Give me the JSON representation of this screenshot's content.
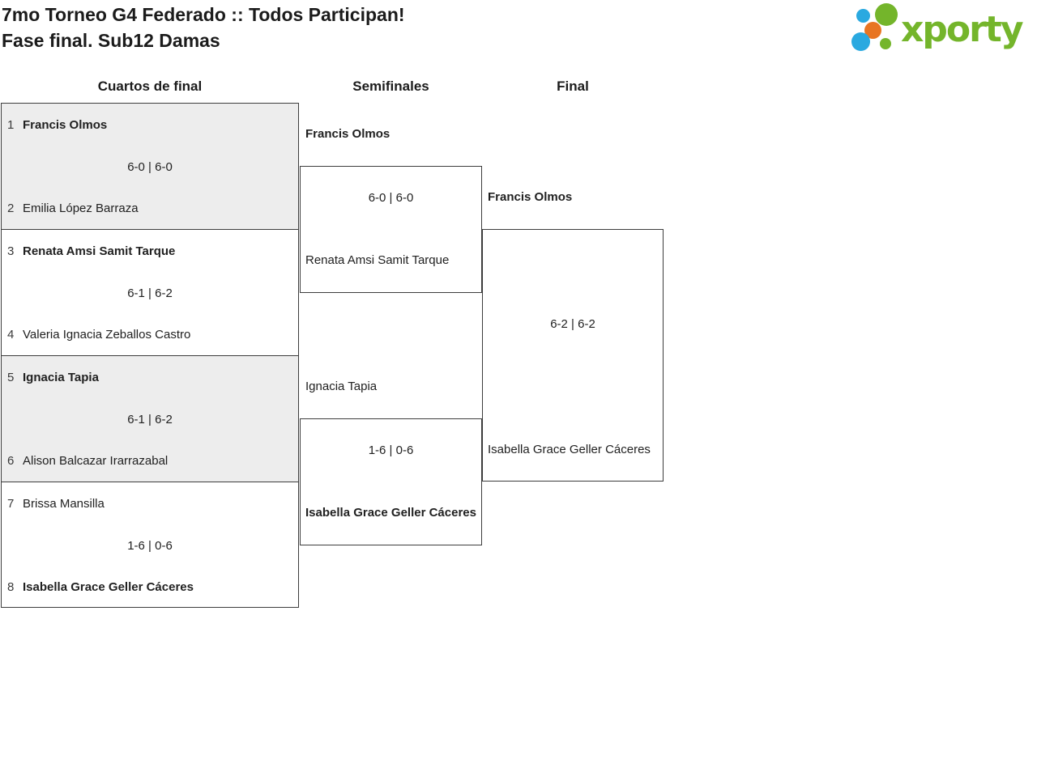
{
  "header": {
    "title_line1": "7mo Torneo G4 Federado :: Todos Participan!",
    "title_line2": "Fase final. Sub12 Damas",
    "logo_text": "xporty"
  },
  "colors": {
    "logo_green": "#74b52b",
    "logo_blue": "#2aa9e0",
    "logo_orange": "#e87522",
    "box_border": "#3d3d3d",
    "box_shade": "#ededed",
    "text": "#212121"
  },
  "bracket": {
    "rounds": [
      {
        "label": "Cuartos de final",
        "matches": [
          {
            "p1_seed": "1",
            "p1": "Francis Olmos",
            "score": "6-0 | 6-0",
            "p2_seed": "2",
            "p2": "Emilia López Barraza",
            "winner": "p1"
          },
          {
            "p1_seed": "3",
            "p1": "Renata Amsi Samit Tarque",
            "score": "6-1 | 6-2",
            "p2_seed": "4",
            "p2": "Valeria Ignacia Zeballos Castro",
            "winner": "p1"
          },
          {
            "p1_seed": "5",
            "p1": "Ignacia Tapia",
            "score": "6-1 | 6-2",
            "p2_seed": "6",
            "p2": "Alison Balcazar Irarrazabal",
            "winner": "p1"
          },
          {
            "p1_seed": "7",
            "p1": "Brissa Mansilla",
            "score": "1-6 | 0-6",
            "p2_seed": "8",
            "p2": "Isabella Grace Geller Cáceres",
            "winner": "p2"
          }
        ]
      },
      {
        "label": "Semifinales",
        "matches": [
          {
            "p1": "Francis Olmos",
            "score": "6-0 | 6-0",
            "p2": "Renata Amsi Samit Tarque",
            "winner": "p1"
          },
          {
            "p1": "Ignacia Tapia",
            "score": "1-6 | 0-6",
            "p2": "Isabella Grace Geller Cáceres",
            "winner": "p2"
          }
        ]
      },
      {
        "label": "Final",
        "matches": [
          {
            "p1": "Francis Olmos",
            "score": "6-2 | 6-2",
            "p2": "Isabella Grace Geller Cáceres",
            "winner": "p1"
          }
        ]
      }
    ]
  }
}
